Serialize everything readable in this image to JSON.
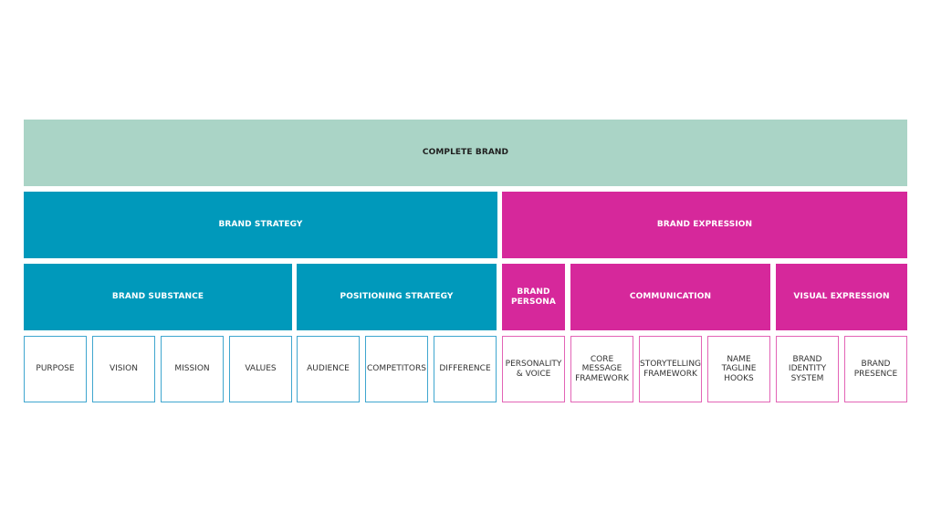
{
  "colors": {
    "complete": "#aad4c6",
    "strategy": "#0099bb",
    "expression": "#d6289b",
    "strategy_outline": "#3fa6cf",
    "expression_outline": "#e364b6",
    "dark_text": "#1f1f1f",
    "light_text": "#ffffff"
  },
  "diagram": {
    "root": {
      "label": "COMPLETE BRAND"
    },
    "pillars": {
      "strategy": {
        "label": "BRAND STRATEGY"
      },
      "expression": {
        "label": "BRAND EXPRESSION"
      }
    },
    "groups": {
      "substance": {
        "label": "BRAND SUBSTANCE"
      },
      "positioning": {
        "label": "POSITIONING STRATEGY"
      },
      "persona": {
        "label": "BRAND\nPERSONA"
      },
      "communication": {
        "label": "COMMUNICATION"
      },
      "visual": {
        "label": "VISUAL EXPRESSION"
      }
    },
    "leaves": {
      "purpose": "PURPOSE",
      "vision": "VISION",
      "mission": "MISSION",
      "values": "VALUES",
      "audience": "AUDIENCE",
      "competitors": "COMPETITORS",
      "difference": "DIFFERENCE",
      "personality": "PERSONALITY\n& VOICE",
      "core_message": "CORE\nMESSAGE\nFRAMEWORK",
      "storytelling": "STORYTELLING\nFRAMEWORK",
      "name_tagline": "NAME\nTAGLINE\nHOOKS",
      "identity_system": "BRAND\nIDENTITY\nSYSTEM",
      "presence": "BRAND\nPRESENCE"
    }
  }
}
